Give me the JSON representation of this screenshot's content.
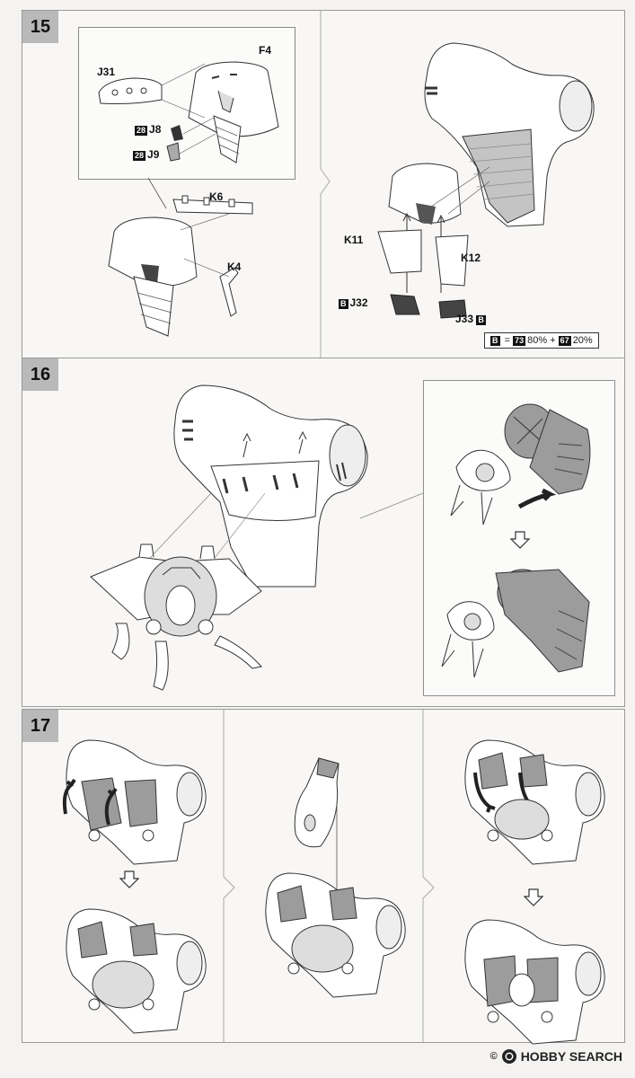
{
  "steps": [
    {
      "number": "15",
      "labels": {
        "j31": "J31",
        "f4": "F4",
        "j8": "J8",
        "j9": "J9",
        "j8_code": "28",
        "j9_code": "28",
        "k6": "K6",
        "k4": "K4",
        "k11": "K11",
        "k12": "K12",
        "j32": "J32",
        "j33": "J33",
        "j32_code": "B",
        "j33_code": "B"
      },
      "legend": {
        "code": "B",
        "equals": "=",
        "color1_code": "73",
        "color1_pct": "80%",
        "plus": "+",
        "color2_code": "67",
        "color2_pct": "20%"
      }
    },
    {
      "number": "16"
    },
    {
      "number": "17"
    }
  ],
  "footer": {
    "copyright": "©",
    "brand": "HOBBY SEARCH"
  },
  "colors": {
    "page": "#f4f3f1",
    "step_badge": "#b9b9b9",
    "line_art": "#3a3a3a",
    "tone_fill": "#9c9c9c"
  }
}
